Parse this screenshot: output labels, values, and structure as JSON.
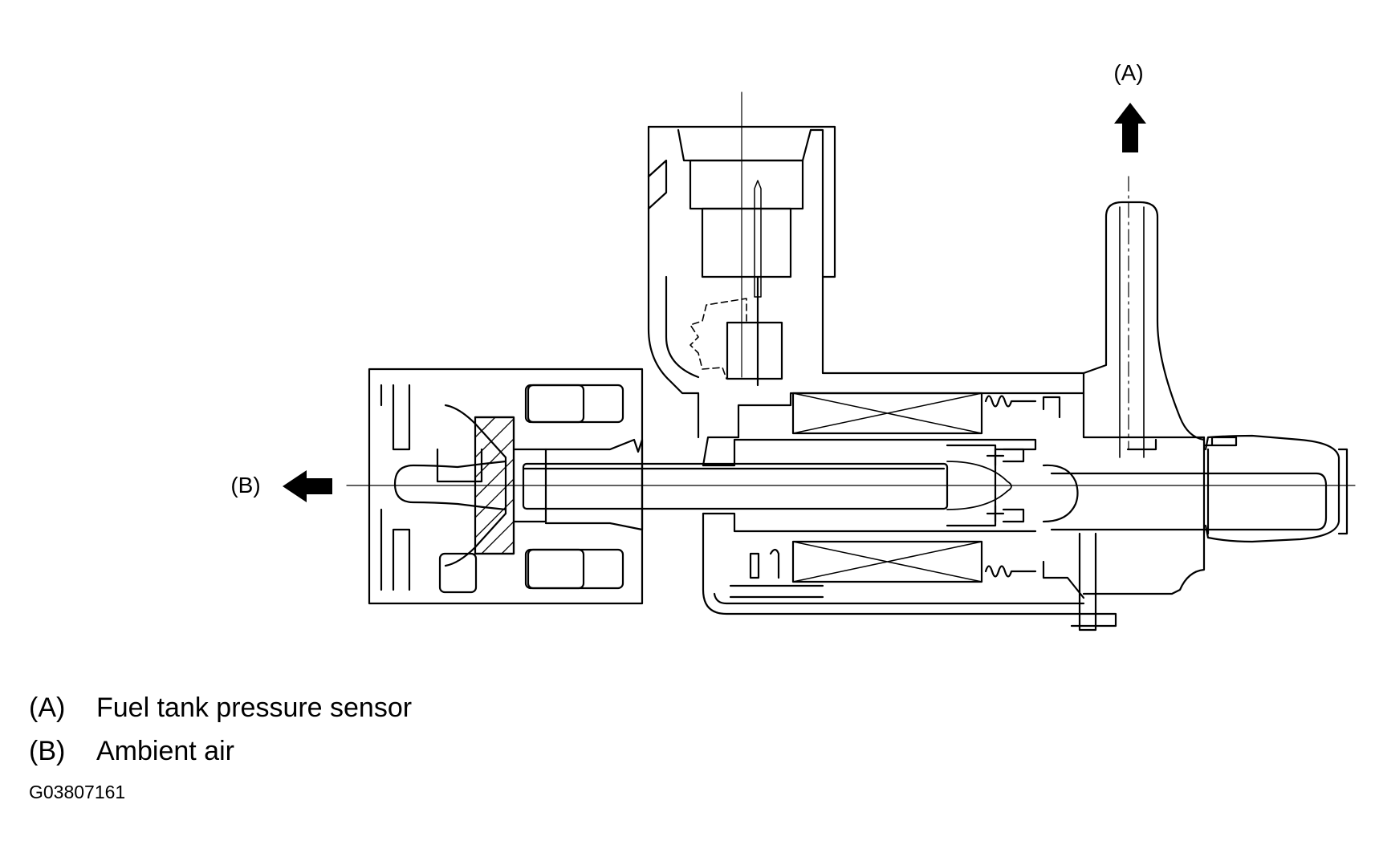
{
  "callouts": {
    "a": "(A)",
    "b": "(B)"
  },
  "legend": [
    {
      "key": "(A)",
      "text": "Fuel tank pressure sensor"
    },
    {
      "key": "(B)",
      "text": "Ambient air"
    }
  ],
  "figure_id": "G03807161",
  "icons": {
    "arrow_a": "arrow-up-icon",
    "arrow_b": "arrow-left-icon"
  },
  "colors": {
    "ink": "#000000",
    "paper": "#ffffff"
  }
}
